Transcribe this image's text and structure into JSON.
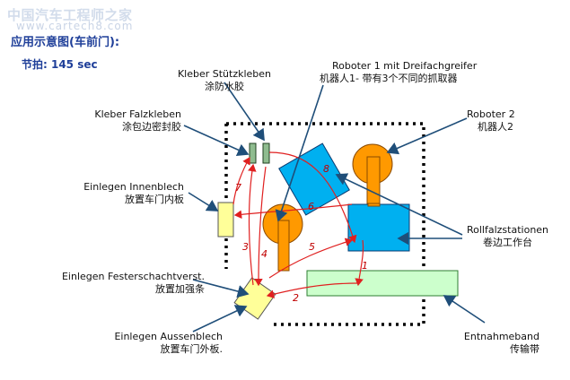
{
  "watermark": {
    "site_cn": "中国汽车工程师之家",
    "url": "www.cartech8.com"
  },
  "header": {
    "title": "应用示意图(车前门):",
    "cycle_time": "节拍: 145 sec"
  },
  "labels": {
    "stuetz": {
      "de": "Kleber Stützkleben",
      "cn": "涂防水胶"
    },
    "robot1": {
      "de": "Roboter 1 mit Dreifachgreifer",
      "cn": "机器人1- 带有3个不同的抓取器"
    },
    "falz": {
      "de": "Kleber Falzkleben",
      "cn": "涂包边密封胶"
    },
    "robot2": {
      "de": "Roboter 2",
      "cn": "机器人2"
    },
    "innenblech": {
      "de": "Einlegen Innenblech",
      "cn": "放置车门内板"
    },
    "rollfalz": {
      "de": "Rollfalzstationen",
      "cn": "卷边工作台"
    },
    "fenster": {
      "de": "Einlegen Festerschachtverst.",
      "cn": "放置加强条"
    },
    "aussenblech": {
      "de": "Einlegen Aussenblech",
      "cn": "放置车门外板."
    },
    "entnahme": {
      "de": "Entnahmeband",
      "cn": "传输带"
    }
  },
  "steps": [
    "1",
    "2",
    "3",
    "4",
    "5",
    "6",
    "7",
    "8"
  ],
  "colors": {
    "heading": "#1f3f99",
    "robot": "#ff9900",
    "station": "#00b0f0",
    "conveyor": "#ccffcc",
    "insert": "#ffff99",
    "flow_arrow": "#e02020",
    "pointer": "#1f4e79"
  }
}
